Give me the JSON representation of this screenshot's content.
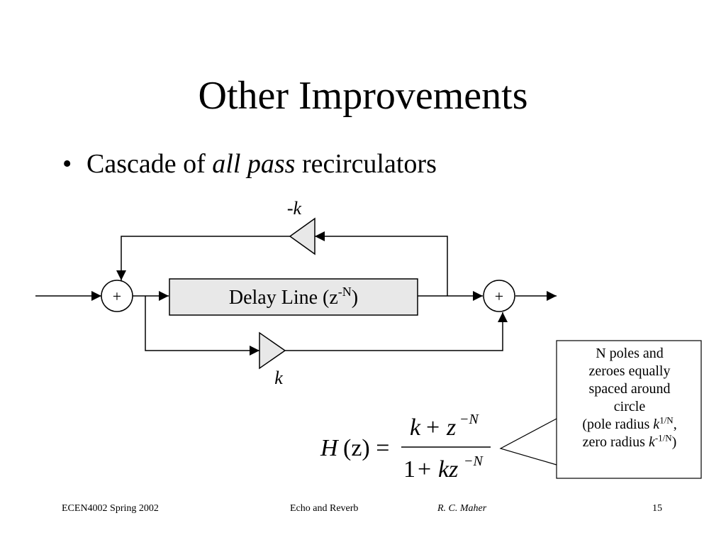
{
  "slide": {
    "title": "Other Improvements",
    "bullet": {
      "prefix": "Cascade of ",
      "emphasis": "all pass",
      "suffix": " recirculators"
    }
  },
  "diagram": {
    "delay_label": "Delay Line  (z",
    "delay_exp": "-N",
    "delay_close": ")",
    "adder_symbol": "+",
    "feedback_gain": "-k",
    "feedforward_gain": "k"
  },
  "formula": {
    "lhs_H": "H",
    "lhs_z": "(z) =",
    "num_k": "k",
    "num_plus": "+",
    "num_z": "z",
    "num_exp": "−N",
    "den_1": "1",
    "den_plus": "+",
    "den_kz": "kz",
    "den_exp": "−N"
  },
  "callout": {
    "line1": "N poles and",
    "line2": "zeroes equally",
    "line3": "spaced around",
    "line4": "circle",
    "line5_pre": "(pole radius ",
    "line5_k": "k",
    "line5_exp": "1/N",
    "line5_post": ",",
    "line6_pre": "zero radius ",
    "line6_k": "k",
    "line6_exp": "-1/N",
    "line6_post": ")"
  },
  "footer": {
    "course": "ECEN4002 Spring 2002",
    "topic": "Echo and Reverb",
    "author": "R. C. Maher",
    "page": "15"
  }
}
